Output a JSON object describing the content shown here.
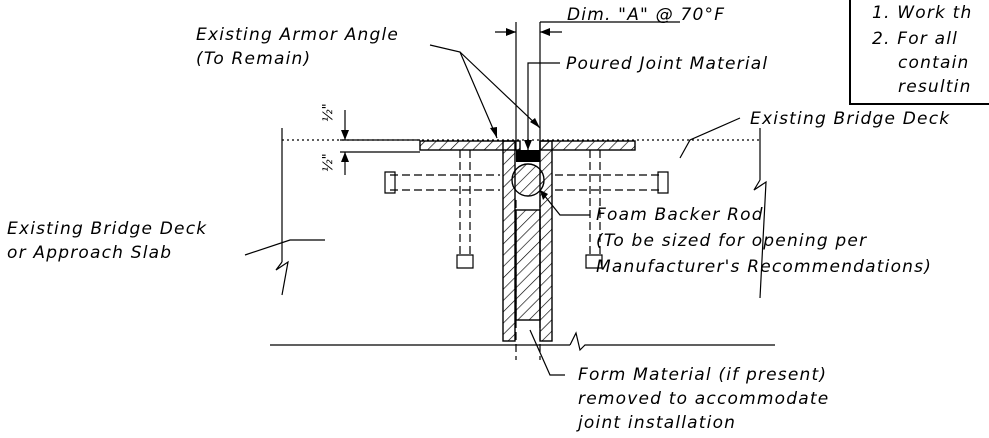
{
  "labels": {
    "dim_a": "Dim. \"A\" @ 70°F",
    "armor_angle_1": "Existing Armor Angle",
    "armor_angle_2": "(To Remain)",
    "poured_joint": "Poured Joint Material",
    "existing_deck_right": "Existing Bridge Deck",
    "existing_deck_left_1": "Existing Bridge Deck",
    "existing_deck_left_2": "or Approach Slab",
    "foam_1": "Foam Backer Rod",
    "foam_2": "(To be sized for opening per",
    "foam_3": "Manufacturer's Recommendations)",
    "form_1": "Form Material (if present)",
    "form_2": "removed to accommodate",
    "form_3": "joint installation",
    "dim_half_top": "½\"",
    "dim_half_bottom": "½\""
  },
  "notes": {
    "note1": "1.  Work th",
    "note2": "2.  For all",
    "note3": "contain",
    "note4": "resultin"
  }
}
